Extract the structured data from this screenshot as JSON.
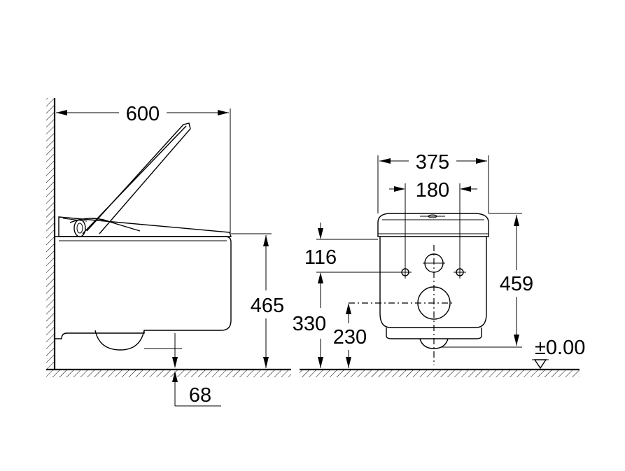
{
  "dimensions": {
    "side_depth": "600",
    "side_height": "465",
    "side_offset": "68",
    "front_width": "375",
    "front_fixing_spacing": "180",
    "front_top_to_fixing": "116",
    "front_height": "459",
    "front_fixing_height": "330",
    "front_outlet_height": "230",
    "floor_level": "±0.00"
  }
}
